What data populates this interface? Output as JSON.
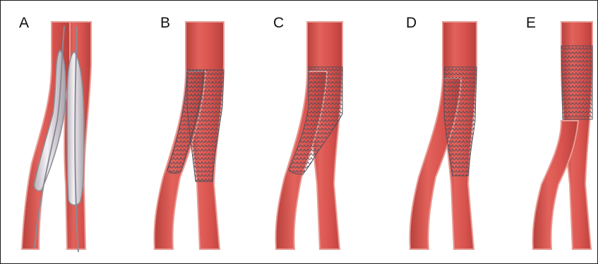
{
  "panels": [
    {
      "label": "A"
    },
    {
      "label": "B"
    },
    {
      "label": "C"
    },
    {
      "label": "D"
    },
    {
      "label": "E"
    }
  ],
  "colors": {
    "vessel_fill": "#d9534e",
    "vessel_edge": "#e89a93",
    "vessel_shadow": "#b8403c",
    "lumen": "#f6c7c0",
    "stent_wire": "#5a5a66",
    "balloon": "#e8e4ea",
    "guidewire": "#8b8b95"
  }
}
